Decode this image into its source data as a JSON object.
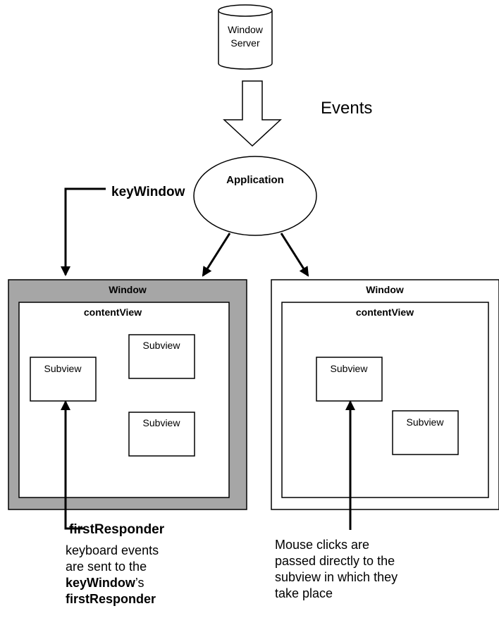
{
  "window_server": {
    "line1": "Window",
    "line2": "Server"
  },
  "events_label": "Events",
  "application_label": "Application",
  "key_window_label": "keyWindow",
  "first_responder_label": "firstResponder",
  "left_window": {
    "title": "Window",
    "content_view": "contentView",
    "subviews": [
      "Subview",
      "Subview",
      "Subview"
    ]
  },
  "right_window": {
    "title": "Window",
    "content_view": "contentView",
    "subviews": [
      "Subview",
      "Subview"
    ]
  },
  "keyboard_caption": {
    "line1": "keyboard events",
    "line2": "are sent to the",
    "line3_bold": "keyWindow",
    "line3_rest": "’s",
    "line4_bold": "firstResponder"
  },
  "mouse_caption": {
    "line1": "Mouse clicks are",
    "line2": "passed directly to the",
    "line3": "subview in which they",
    "line4": "take place"
  },
  "colors": {
    "key_window_frame": "#a6a6a6",
    "stroke": "#000000",
    "fill": "#ffffff"
  }
}
